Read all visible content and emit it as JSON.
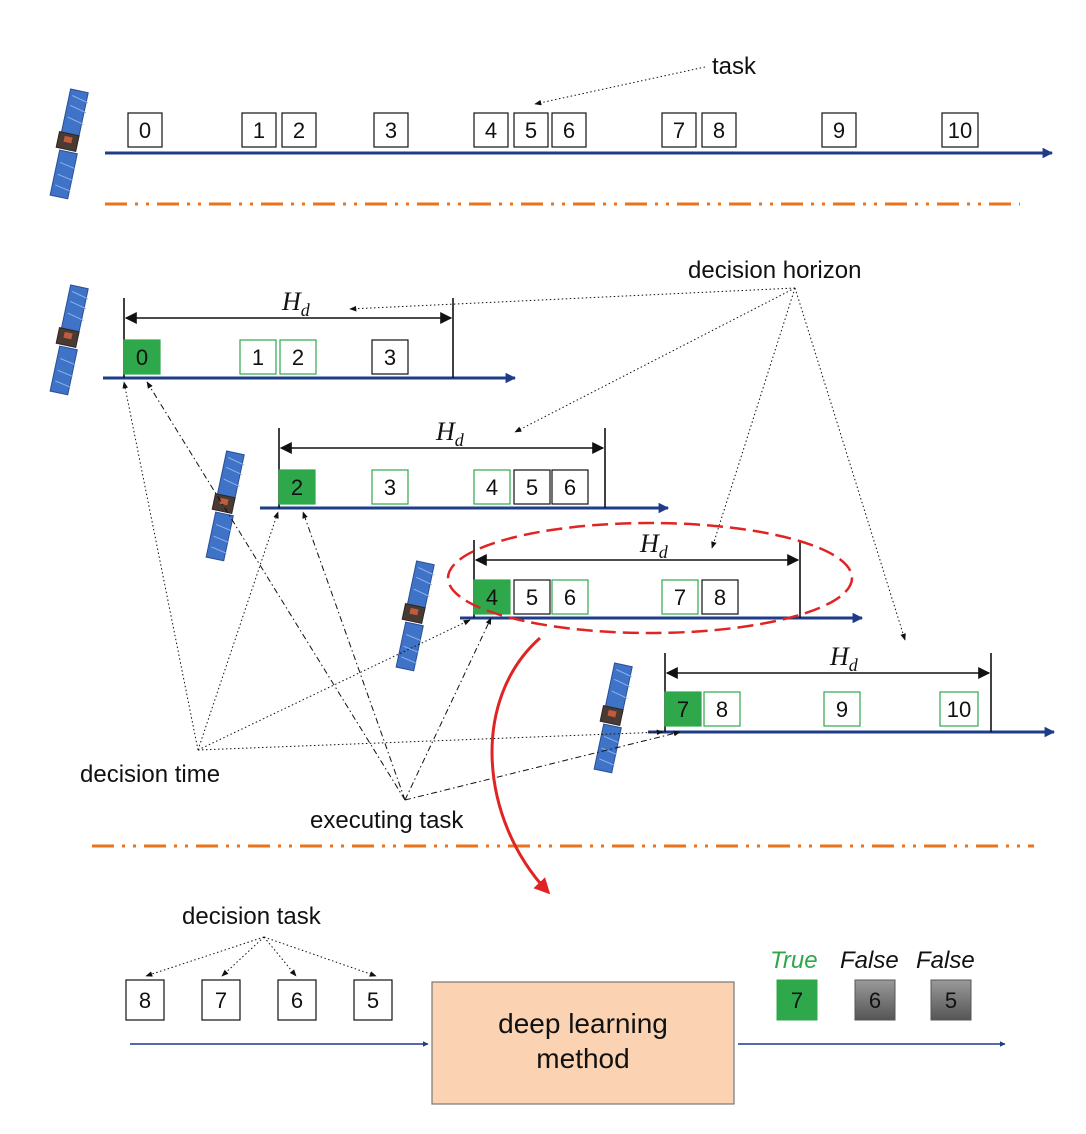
{
  "colors": {
    "axis": "#1f3c88",
    "separator": "#e8731a",
    "done": "#2ea84a",
    "true_label": "#2ea84a",
    "false_box": "#6e6e6e",
    "ellipse": "#e02424",
    "curve_arrow": "#e02424",
    "method_fill": "#fbd3b2"
  },
  "icons": [
    "satellite-icon"
  ],
  "labels": {
    "task": "task",
    "decision_horizon": "decision horizon",
    "decision_time": "decision time",
    "executing_task": "executing task",
    "decision_task": "decision task",
    "horizon_symbol": "H",
    "horizon_subscript": "d",
    "method_line1": "deep learning",
    "method_line2": "method"
  },
  "top_timeline": [
    "0",
    "1",
    "2",
    "3",
    "4",
    "5",
    "6",
    "7",
    "8",
    "9",
    "10"
  ],
  "stages": [
    {
      "executing": "0",
      "tasks": [
        {
          "label": "0",
          "state": "executing"
        },
        {
          "label": "1",
          "state": "decided"
        },
        {
          "label": "2",
          "state": "decided"
        },
        {
          "label": "3",
          "state": "pending"
        }
      ]
    },
    {
      "executing": "2",
      "tasks": [
        {
          "label": "2",
          "state": "executing"
        },
        {
          "label": "3",
          "state": "decided"
        },
        {
          "label": "4",
          "state": "decided"
        },
        {
          "label": "5",
          "state": "pending"
        },
        {
          "label": "6",
          "state": "pending"
        }
      ]
    },
    {
      "executing": "4",
      "tasks": [
        {
          "label": "4",
          "state": "executing"
        },
        {
          "label": "5",
          "state": "pending"
        },
        {
          "label": "6",
          "state": "decided"
        },
        {
          "label": "7",
          "state": "decided"
        },
        {
          "label": "8",
          "state": "pending"
        }
      ]
    },
    {
      "executing": "7",
      "tasks": [
        {
          "label": "7",
          "state": "executing"
        },
        {
          "label": "8",
          "state": "decided"
        },
        {
          "label": "9",
          "state": "decided"
        },
        {
          "label": "10",
          "state": "decided"
        }
      ]
    }
  ],
  "decision_tasks": [
    "8",
    "7",
    "6",
    "5"
  ],
  "outputs": [
    {
      "label": "True",
      "value": "7"
    },
    {
      "label": "False",
      "value": "6"
    },
    {
      "label": "False",
      "value": "5"
    }
  ]
}
